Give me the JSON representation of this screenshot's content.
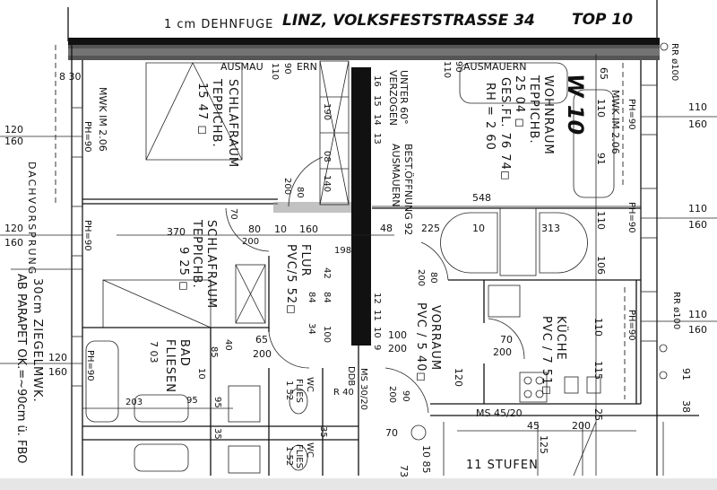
{
  "header": {
    "joint_label": "1 cm DEHNFUGE",
    "address_handwritten": "LINZ, VOLKSFESTSTRASSE 34",
    "unit_handwritten": "TOP 10"
  },
  "left_notes": {
    "dach": "DACHVORSPRUNG",
    "wall1": "30cm ZIEGELMWK.",
    "wall2": "AB PARAPET  OK.=~90cm ü. FBO",
    "dim_830": "8 30",
    "win1a": "120",
    "win1b": "160",
    "win2a": "120",
    "win2b": "160",
    "win3a": "120",
    "win3b": "160",
    "mwk": "MWK IM 2.06",
    "ph": "PH=90",
    "ph2": "PH=90"
  },
  "rooms": {
    "bed1": {
      "name": "SCHLAFRAUM",
      "floor": "TEPPICHB.",
      "area": "15 47 ◻"
    },
    "bed2": {
      "name": "SCHLAFRAUM",
      "floor": "TEPPICHB.",
      "area": "9 25 ◻"
    },
    "flur": {
      "name": "FLUR",
      "floor": "PVC/5 52◻"
    },
    "bad": {
      "name": "BAD",
      "floor": "FLIESEN",
      "area": "7 03"
    },
    "wc1": {
      "name": "WC",
      "floor": "FLIES",
      "area": "1 52"
    },
    "wc2": {
      "name": "WC",
      "floor": "FLIES",
      "area": "1 52"
    },
    "wohn": {
      "name": "WOHNRAUM",
      "floor": "TEPPICHB.",
      "area": "25 04 ◻",
      "total": "GES.FL. 76 74◻",
      "rh": "RH = 2 60",
      "unit": "W 10"
    },
    "vorraum": {
      "name": "VORRAUM",
      "floor": "PVC / 5 40◻"
    },
    "kueche": {
      "name": "KÜCHE",
      "floor": "PVC / 7 51◻"
    }
  },
  "stair": {
    "note1": "UNTER 60°",
    "note2": "VERZOGEN",
    "note3": "BEST.ÖFFNUNG 92",
    "note4": "AUSMAUERN",
    "steps_top": [
      "16",
      "15",
      "14",
      "13"
    ],
    "steps_bottom": [
      "12",
      "11",
      "10",
      "9"
    ],
    "stufen": "11 STUFEN"
  },
  "labels": {
    "ausmau": "AUSMAU",
    "ern": "ERN",
    "ausmauern2": "AUSMAUERN",
    "rr_top": "RR ø100",
    "rr_mid": "RR ø100",
    "mwk_right": "MWK IM 2.06",
    "ph_r1": "PH=90",
    "ph_r2": "PH=90",
    "ph_r3": "PH=90",
    "ms1": "MS 45/20",
    "ms2": "MS 30/20",
    "ddb": "DDB",
    "r40": "R 40"
  },
  "dims": {
    "d110a": "110",
    "d90a": "90",
    "d190": "190",
    "d08": "08",
    "d140": "140",
    "d200a": "200",
    "d80a": "80",
    "d70a": "70",
    "d80b": "80",
    "d10a": "10",
    "d160": "160",
    "d370": "370",
    "d200b": "200",
    "d548": "548",
    "d48": "48",
    "d225": "225",
    "d10b": "10",
    "d313": "313",
    "d110b": "110",
    "d90b": "90",
    "d65": "65",
    "d110c": "110",
    "d91a": "91",
    "r110a": "110",
    "r160a": "160",
    "r110b": "110",
    "r160b": "160",
    "r110c": "110",
    "r160c": "160",
    "d110d": "110",
    "d106": "106",
    "d80c": "80",
    "d200c": "200",
    "d100": "100",
    "d200d": "200",
    "d70b": "70",
    "d200e": "200",
    "d120": "120",
    "d110e": "110",
    "d115": "115",
    "d45": "45",
    "d200f": "200",
    "d125": "125",
    "d25": "25",
    "d1085": "10 85",
    "d73": "73",
    "d70c": "70",
    "d200g": "200",
    "d90c": "90",
    "d91b": "91",
    "d38": "38",
    "d65b": "65",
    "d200h": "200",
    "d40": "40",
    "d85": "85",
    "d10c": "10",
    "d203": "203",
    "d95a": "95",
    "d95b": "95",
    "d35a": "35",
    "d35b": "35",
    "d42": "42",
    "d84a": "84",
    "d84b": "84",
    "d34": "34",
    "d100b": "100",
    "d198": "198"
  }
}
